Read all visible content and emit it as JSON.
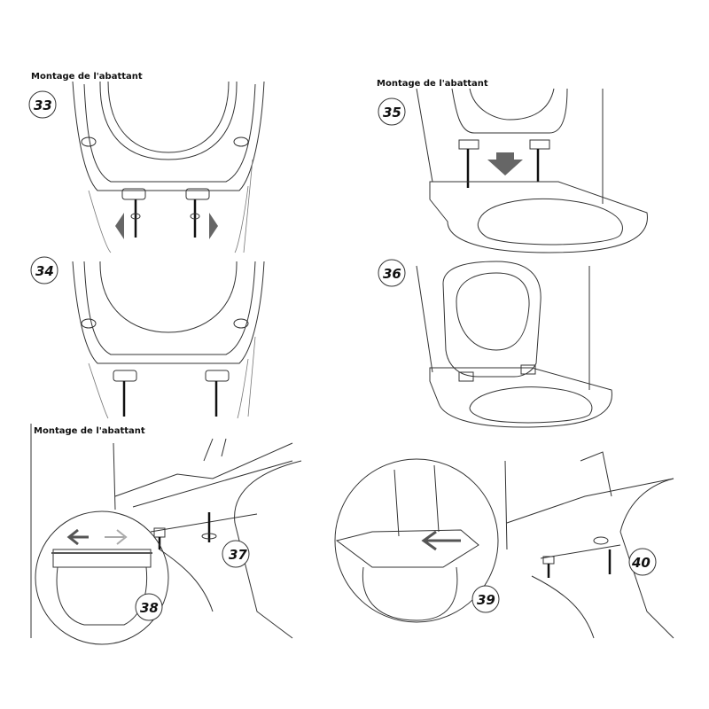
{
  "sections": [
    {
      "title": "Montage de l'abattant"
    },
    {
      "title": "Montage de l'abattant"
    },
    {
      "title": "Montage de l'abattant"
    }
  ],
  "steps": [
    "33",
    "34",
    "35",
    "36",
    "37",
    "38",
    "39",
    "40"
  ],
  "colors": {
    "line": "#333333",
    "arrow": "#666666",
    "background": "#ffffff"
  }
}
